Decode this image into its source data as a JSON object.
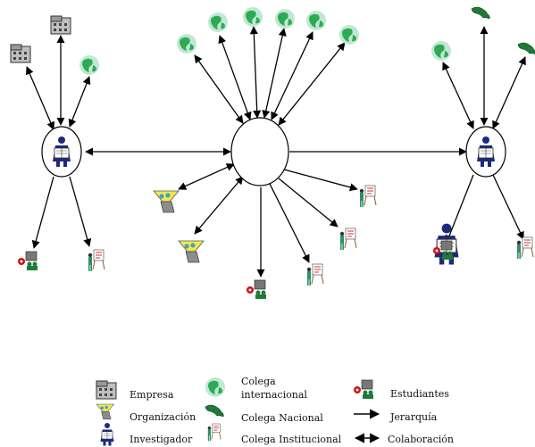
{
  "legend": {
    "empresa": "Empresa",
    "organizacion": "Organización",
    "investigador": "Investigador",
    "colega_internacional_l1": "Colega",
    "colega_internacional_l2": "internacional",
    "colega_nacional": "Colega Nacional",
    "colega_institucional": "Colega Institucional",
    "estudiantes": "Estudiantes",
    "jerarquia": "Jerarquía",
    "colaboracion": "Colaboración"
  },
  "icons": {
    "empresa": "building-icon",
    "organizacion": "organization-icon",
    "investigador": "researcher-icon",
    "colega_internacional": "globe-icon",
    "colega_nacional": "map-icon",
    "colega_institucional": "presenter-icon",
    "estudiantes": "students-icon"
  },
  "colors": {
    "globe": "#2eaa55",
    "map": "#1f7a3a",
    "funnel": "#f2e64a",
    "researcher": "#1c2a7a",
    "presenter": "#2f8f6a",
    "students_red": "#d01010"
  }
}
